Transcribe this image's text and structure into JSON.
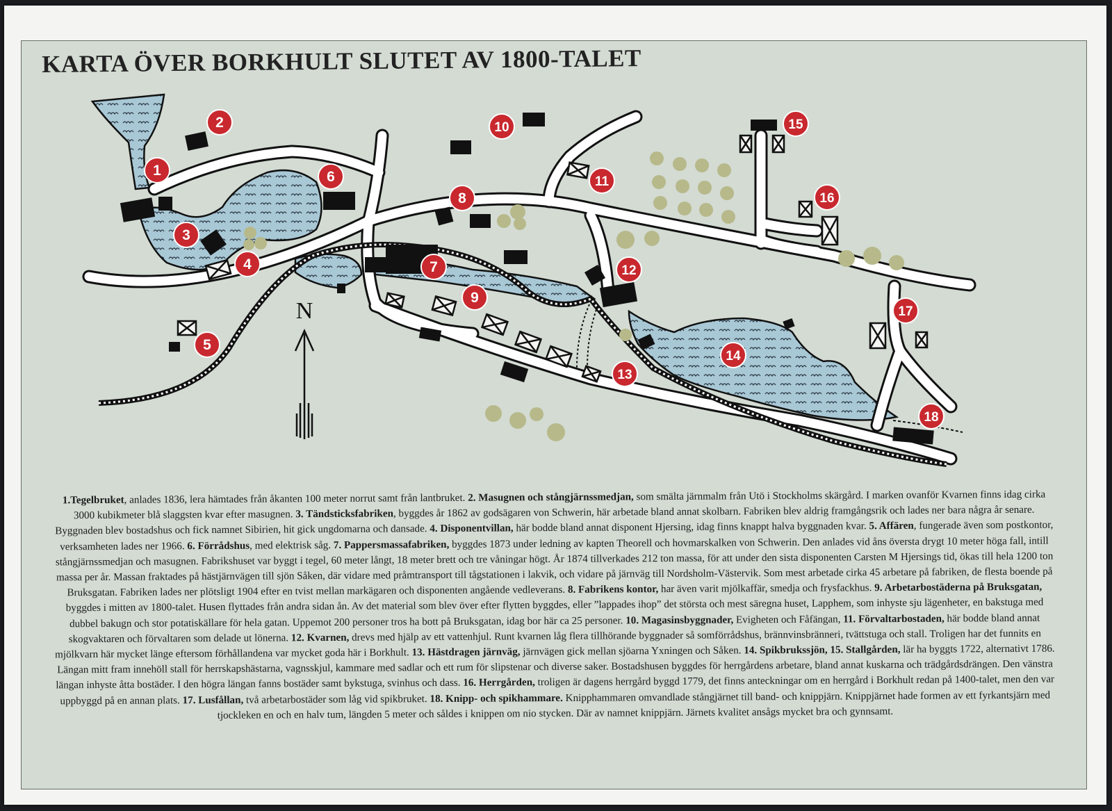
{
  "map": {
    "title": "KARTA ÖVER BORKHULT SLUTET AV 1800-TALET",
    "north_label": "N",
    "colors": {
      "background": "#d3dbd3",
      "water": "#a9c8d6",
      "road": "#ffffff",
      "building": "#111111",
      "tree": "#b7b98a",
      "marker": "#c8282e",
      "railway": "#111111"
    },
    "markers": [
      "1",
      "2",
      "3",
      "4",
      "5",
      "6",
      "7",
      "8",
      "9",
      "10",
      "11",
      "12",
      "13",
      "14",
      "15",
      "16",
      "17",
      "18"
    ]
  },
  "legend": {
    "entries": [
      {
        "title": "1.Tegelbruket",
        "text": ", anlades 1836, lera hämtades från åkanten 100 meter norrut samt från lantbruket. "
      },
      {
        "title": "2. Masugnen och stångjärnssmedjan,",
        "text": " som smälta järnmalm från Utö i Stockholms skärgård. I marken ovanför Kvarnen finns idag cirka 3000 kubikmeter blå slaggsten kvar efter masugnen. "
      },
      {
        "title": "3. Tändsticksfabriken",
        "text": ", byggdes år 1862 av godsägaren von Schwerin, här arbetade bland annat skolbarn. Fabriken blev aldrig framgångsrik och lades ner bara några år senare. Byggnaden blev bostadshus och fick namnet Sibirien, hit gick ungdomarna och dansade. "
      },
      {
        "title": "4. Disponentvillan,",
        "text": " här bodde bland annat disponent Hjersing, idag finns knappt halva byggnaden kvar. "
      },
      {
        "title": "5. Affären",
        "text": ", fungerade även som postkontor, verksamheten lades ner 1966. "
      },
      {
        "title": "6. Förrådshus",
        "text": ", med elektrisk såg. "
      },
      {
        "title": "7. Pappersmassafabriken,",
        "text": " byggdes 1873 under ledning av kapten Theorell och hovmarskalken von Schwerin. Den anlades vid åns översta drygt 10 meter höga fall, intill stångjärnssmedjan och masugnen. Fabrikshuset var byggt i tegel, 60 meter långt, 18 meter brett och tre våningar högt. År 1874 tillverkades 212 ton massa, för att under den sista disponenten Carsten M Hjersings tid, ökas till hela 1200 ton massa per år. Massan fraktades på hästjärnvägen till sjön Såken, där vidare med pråmtransport till tågstationen i lakvik, och vidare på järnväg till Nordsholm-Västervik. Som mest arbetade cirka 45 arbetare på fabriken, de flesta boende på Bruksgatan. Fabriken lades ner plötsligt 1904 efter en tvist mellan markägaren och disponenten angående vedleverans. "
      },
      {
        "title": "8. Fabrikens kontor,",
        "text": " har även varit mjölkaffär, smedja och frysfackhus. "
      },
      {
        "title": "9. Arbetarbostäderna på Bruksgatan,",
        "text": " byggdes i mitten av 1800-talet. Husen flyttades från andra sidan ån. Av det material som blev över efter flytten byggdes, eller ”lappades ihop” det största och mest säregna huset, Lapphem, som inhyste sju lägenheter, en bakstuga med dubbel bakugn och stor potatiskällare för hela gatan. Uppemot 200 personer tros ha bott på Bruksgatan, idag bor här ca 25 personer. "
      },
      {
        "title": "10. Magasinsbyggnader,",
        "text": " Evigheten och Fåfängan, "
      },
      {
        "title": "11. Förvaltarbostaden,",
        "text": " här bodde bland annat skogvaktaren och förvaltaren som delade ut lönerna. "
      },
      {
        "title": "12. Kvarnen,",
        "text": " drevs med hjälp av ett vattenhjul. Runt kvarnen låg flera tillhörande byggnader så somförrådshus, brännvinsbränneri, tvättstuga och stall. Troligen har det funnits en mjölkvarn här mycket länge eftersom förhållandena var mycket goda här i Borkhult. "
      },
      {
        "title": "13. Hästdragen järnväg,",
        "text": " järnvägen gick mellan sjöarna Yxningen och Såken. "
      },
      {
        "title": "14. Spikbrukssjön, 15. Stallgården,",
        "text": " lär ha byggts 1722, alternativt 1786. Längan mitt fram innehöll stall för herrskapshästarna, vagnsskjul, kammare med sadlar och ett rum för slipstenar och diverse saker. Bostadshusen byggdes för herrgårdens arbetare, bland annat kuskarna och trädgårdsdrängen. Den vänstra längan inhyste åtta bostäder. I den högra längan fanns bostäder samt bykstuga, svinhus och dass. "
      },
      {
        "title": "16. Herrgården,",
        "text": " troligen är dagens herrgård byggd 1779, det finns anteckningar om en herrgård i Borkhult redan på 1400-talet, men den var uppbyggd på en annan plats. "
      },
      {
        "title": "17. Lusfållan,",
        "text": " två arbetarbostäder som låg vid spikbruket. "
      },
      {
        "title": "18. Knipp- och spikhammare.",
        "text": " Knipphammaren omvandlade stångjärnet till band- och knippjärn. Knippjärnet hade formen av ett fyrkantsjärn med tjockleken en och en halv tum, längden 5 meter och såldes i knippen om nio stycken. Där av namnet knippjärn. Järnets kvalitet ansågs mycket bra och gynnsamt."
      }
    ]
  }
}
